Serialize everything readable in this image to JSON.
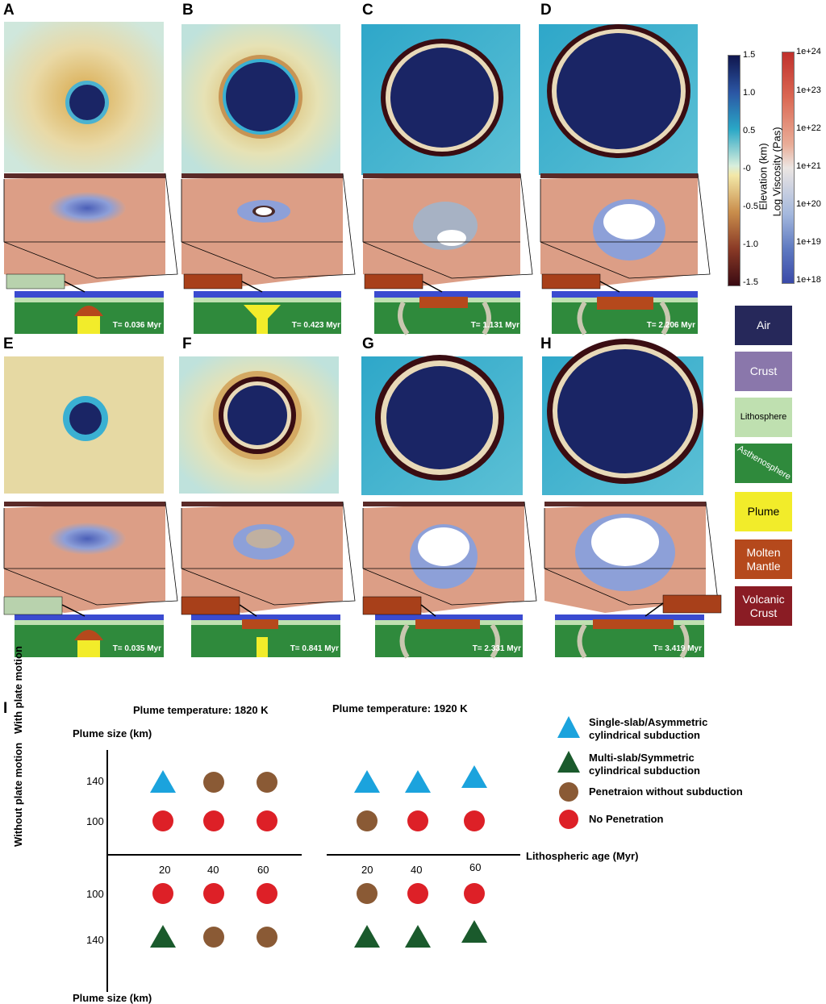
{
  "panels_top": [
    {
      "label": "A",
      "time": "T= 0.036 Myr"
    },
    {
      "label": "B",
      "time": "T= 0.423 Myr"
    },
    {
      "label": "C",
      "time": "T= 1.131 Myr"
    },
    {
      "label": "D",
      "time": "T= 2.206 Myr"
    }
  ],
  "panels_bottom": [
    {
      "label": "E",
      "time": "T= 0.035 Myr"
    },
    {
      "label": "F",
      "time": "T= 0.841 Myr"
    },
    {
      "label": "G",
      "time": "T= 2.331 Myr"
    },
    {
      "label": "H",
      "time": "T= 3.419 Myr"
    }
  ],
  "colorbars": {
    "elevation": {
      "title": "Elevation (km)",
      "ticks": [
        "1.5",
        "1.0",
        "0.5",
        "-0",
        "-0.5",
        "-1.0",
        "-1.5"
      ]
    },
    "viscosity": {
      "title": "Log Viscosity (Pas)",
      "ticks": [
        "1e+24",
        "1e+23",
        "1e+22",
        "1e+21",
        "1e+20",
        "1e+19",
        "1e+18"
      ]
    }
  },
  "materials": [
    {
      "label": "Air",
      "color": "#26285a"
    },
    {
      "label": "Crust",
      "color": "#8a77ab"
    },
    {
      "label": "Lithosphere",
      "color": "#bfe0b0"
    },
    {
      "label": "Asthenosphere",
      "color": "#2f8a3c"
    },
    {
      "label": "Plume",
      "color": "#f2ec2a"
    },
    {
      "label": "Molten Mantle",
      "color": "#b5491c"
    },
    {
      "label": "Volcanic Crust",
      "color": "#8a1c24"
    }
  ],
  "panel_i": {
    "label": "I",
    "temp_left": "Plume temperature: 1820 K",
    "temp_right": "Plume temperature: 1920 K",
    "y_label_top": "Plume size (km)",
    "y_label_bottom": "Plume size (km)",
    "with_motion": "With plate motion",
    "without_motion": "Without plate motion",
    "x_label": "Lithospheric age (Myr)",
    "ages": [
      "20",
      "40",
      "60"
    ],
    "size_140": "140",
    "size_100": "100",
    "legend": [
      {
        "text": "Single-slab/Asymmetric cylindrical subduction",
        "symbol": "triangle",
        "color": "#1ba3dd"
      },
      {
        "text": "Multi-slab/Symmetric cylindrical subduction",
        "symbol": "triangle",
        "color": "#1a5a2c"
      },
      {
        "text": "Penetraion without subduction",
        "symbol": "circle",
        "color": "#8a5a35"
      },
      {
        "text": "No Penetration",
        "symbol": "circle",
        "color": "#dd2027"
      }
    ],
    "grid": {
      "with_140": [
        [
          "triangle-blue",
          "circle-brown",
          "circle-brown"
        ],
        [
          "triangle-blue",
          "triangle-blue",
          "triangle-blue"
        ]
      ],
      "with_100": [
        [
          "circle-red",
          "circle-red",
          "circle-red"
        ],
        [
          "circle-brown",
          "circle-red",
          "circle-red"
        ]
      ],
      "without_100": [
        [
          "circle-red",
          "circle-red",
          "circle-red"
        ],
        [
          "circle-brown",
          "circle-red",
          "circle-red"
        ]
      ],
      "without_140": [
        [
          "triangle-green",
          "circle-brown",
          "circle-brown"
        ],
        [
          "triangle-green",
          "triangle-green",
          "triangle-green"
        ]
      ]
    }
  }
}
